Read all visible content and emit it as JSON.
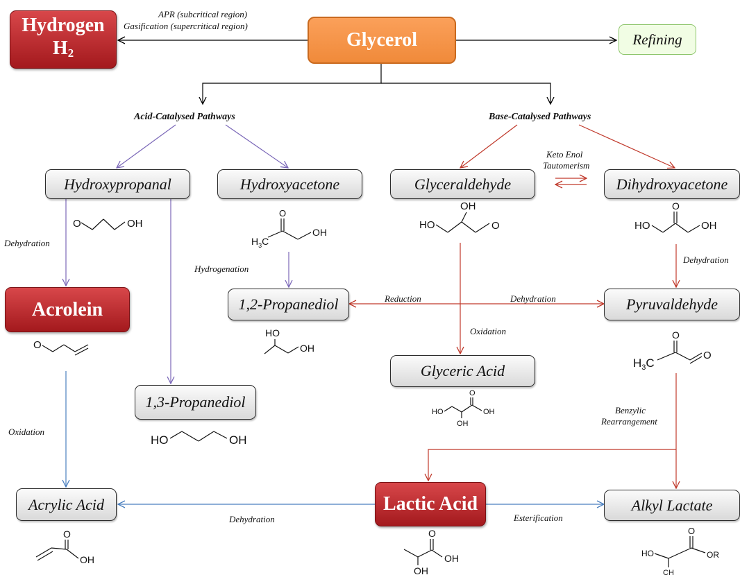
{
  "nodes": {
    "hydrogen": {
      "label": "Hydrogen",
      "formula_main": "H",
      "formula_sub": "2"
    },
    "glycerol": "Glycerol",
    "refining": "Refining",
    "hydroxypropanal": "Hydroxypropanal",
    "hydroxyacetone": "Hydroxyacetone",
    "glyceraldehyde": "Glyceraldehyde",
    "dihydroxyacetone": "Dihydroxyacetone",
    "acrolein": "Acrolein",
    "propanediol_12": "1,2-Propanediol",
    "pyruvaldehyde": "Pyruvaldehyde",
    "glyceric_acid": "Glyceric Acid",
    "propanediol_13": "1,3-Propanediol",
    "acrylic_acid": "Acrylic Acid",
    "lactic_acid": "Lactic Acid",
    "alkyl_lactate": "Alkyl Lactate"
  },
  "pathways": {
    "acid": "Acid-Catalysed Pathways",
    "base": "Base-Catalysed Pathways"
  },
  "reactions": {
    "apr": "APR (subcritical region)",
    "gasification": "Gasification (supercritical region)",
    "keto_enol_1": "Keto Enol",
    "keto_enol_2": "Tautomerism",
    "dehydration_hp": "Dehydration",
    "hydrogenation": "Hydrogenation",
    "dehydration_dha": "Dehydration",
    "reduction": "Reduction",
    "dehydration_mid": "Dehydration",
    "oxidation_ga": "Oxidation",
    "oxidation_acr": "Oxidation",
    "benzylic_1": "Benzylic",
    "benzylic_2": "Rearrangement",
    "dehydration_la": "Dehydration",
    "esterification": "Esterification"
  },
  "structure_labels": {
    "OH": "OH",
    "HO": "HO",
    "O": "O",
    "H3C_main": "H",
    "H3C_sub": "3",
    "H3C_tail": "C",
    "OR": "OR",
    "CH": "CH"
  },
  "colors": {
    "acid_arrow": "#7b68b8",
    "base_arrow": "#c0392b",
    "blue_arrow": "#4a7fbf",
    "black_arrow": "#000000",
    "red_box": "#b52125",
    "orange_box": "#f5913f",
    "green_box": "#f1fde4"
  }
}
